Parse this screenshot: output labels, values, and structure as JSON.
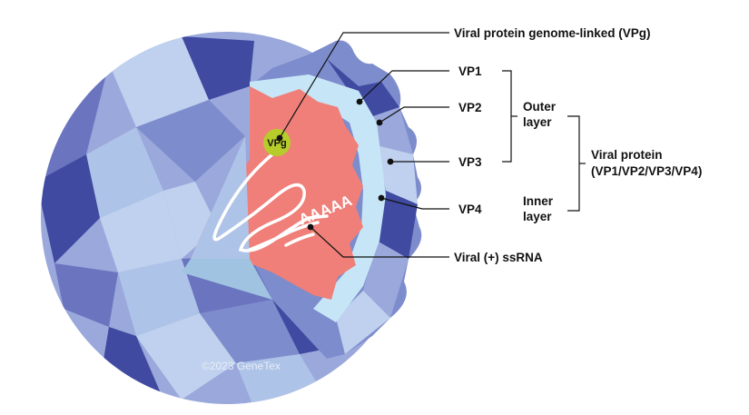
{
  "labels": {
    "vpg_long": "Viral protein genome-linked (VPg)",
    "vp1": "VP1",
    "vp2": "VP2",
    "vp3": "VP3",
    "vp4": "VP4",
    "outer_layer_line1": "Outer",
    "outer_layer_line2": "layer",
    "inner_layer_line1": "Inner",
    "inner_layer_line2": "layer",
    "viral_protein_line1": "Viral protein",
    "viral_protein_line2": "(VP1/VP2/VP3/VP4)",
    "rna": "Viral (+) ssRNA",
    "vpg_badge": "VPg",
    "polya": "AAAAA",
    "copyright": "©2023 GeneTex"
  },
  "colors": {
    "capsid_dark": "#3f4aa0",
    "capsid_mid": "#6b74bf",
    "capsid_light": "#bfd1ee",
    "interior": "#ef7f78",
    "inner_layer": "#c6e6f7",
    "vpg": "#b7cc2b",
    "rna": "#ffffff"
  }
}
